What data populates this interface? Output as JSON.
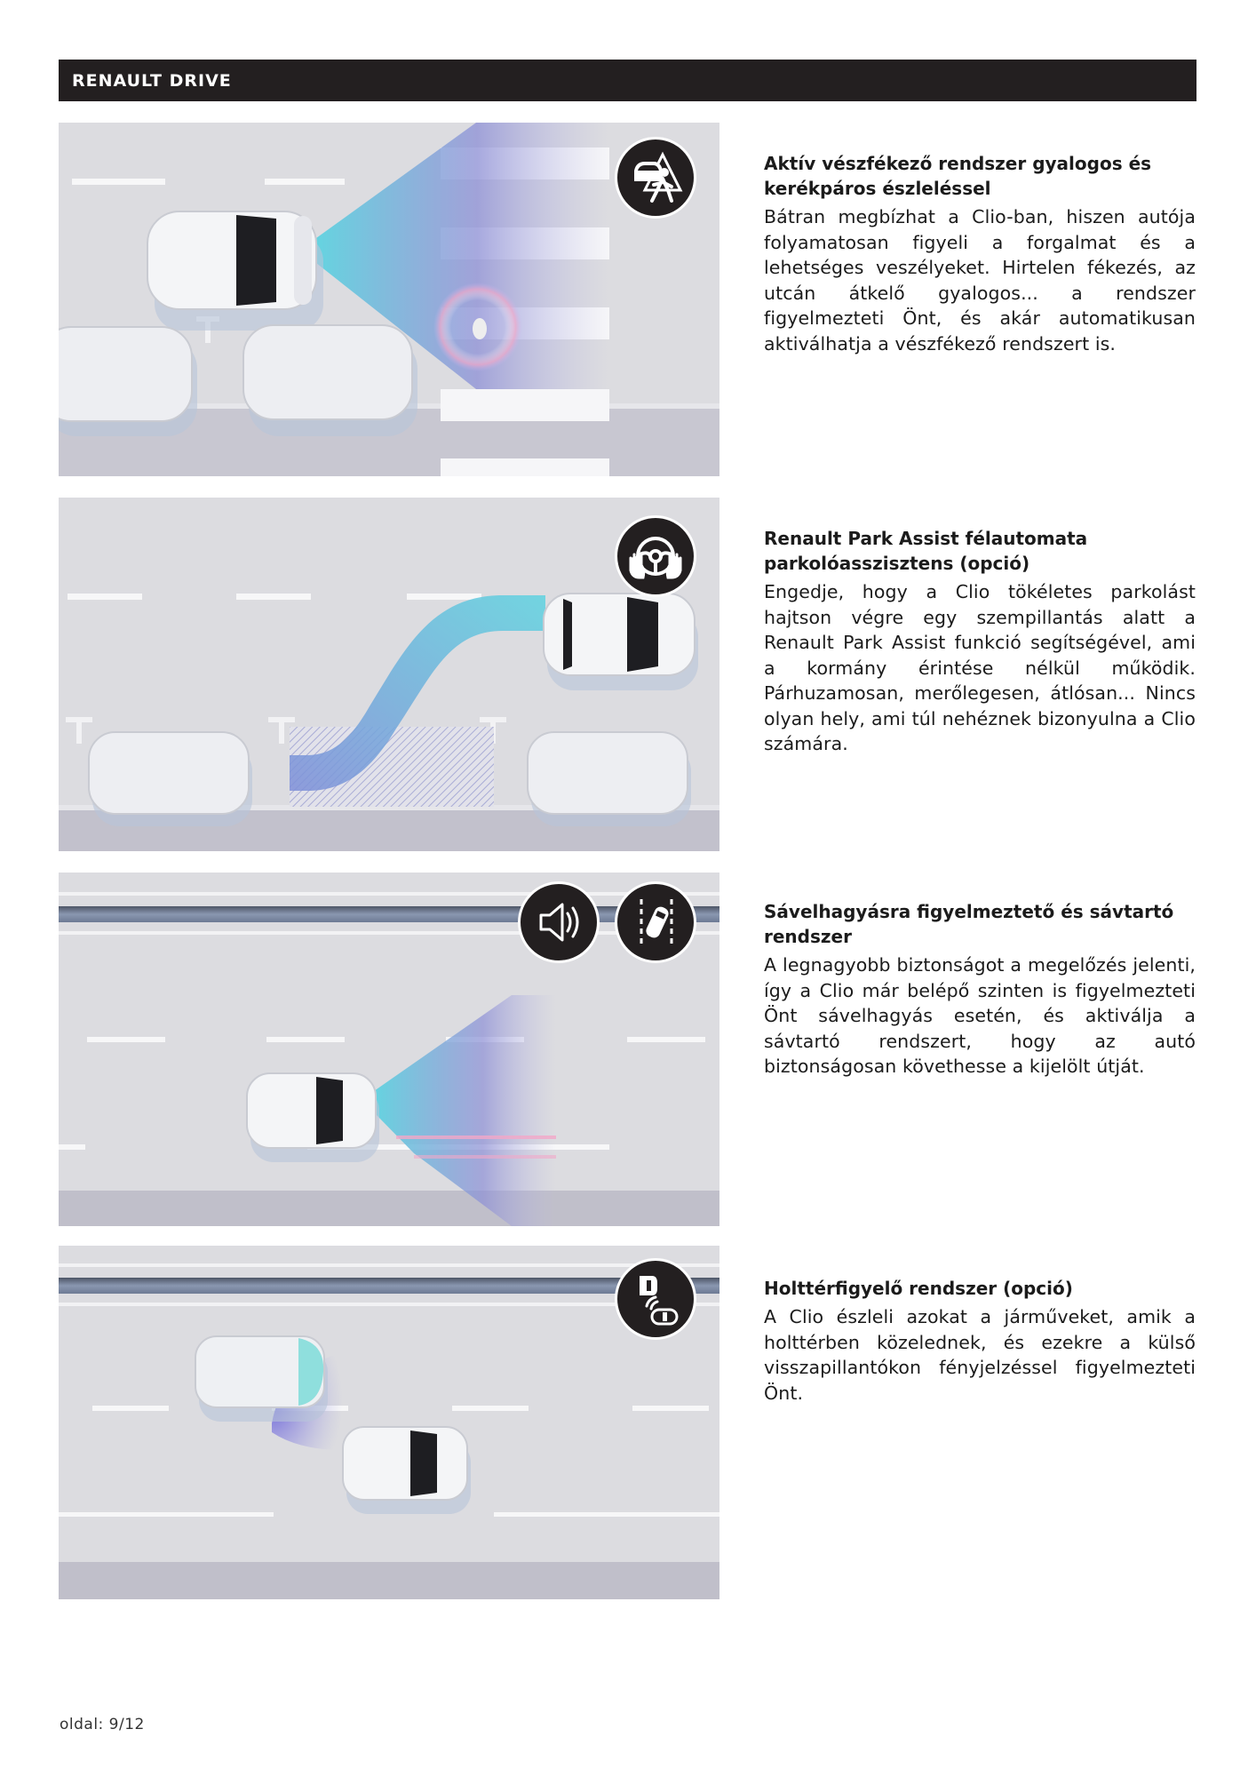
{
  "header": {
    "title": "RENAULT DRIVE",
    "background_color": "#231f20"
  },
  "features": [
    {
      "heading": "Aktív vészfékező rendszer gyalogos és kerékpáros észleléssel",
      "body": "Bátran megbízhat a Clio-ban, hiszen autója folyamatosan figyeli a forgalmat és a lehetséges veszélyeket. Hirtelen fékezés, az utcán átkelő gyalogos... a rendszer figyelmezteti Önt, és akár automatikusan aktiválhatja a vészfékező rendszert is.",
      "icons": [
        "pedestrian-warning-icon"
      ]
    },
    {
      "heading": "Renault Park Assist félautomata parkolóasszisztens (opció)",
      "body": "Engedje, hogy a Clio tökéletes parkolást hajtson végre egy szempillantás alatt a Renault Park Assist funkció segítségével, ami a kormány érintése nélkül működik. Párhuzamosan, merőlegesen, átlósan... Nincs olyan hely, ami túl nehéznek bizonyulna a Clio számára.",
      "icons": [
        "hands-free-steering-icon"
      ]
    },
    {
      "heading": "Sávelhagyásra figyelmeztető és sávtartó rendszer",
      "body": "A legnagyobb biztonságot a megelőzés jelenti, így a Clio már belépő szinten is figyelmezteti Önt sávelhagyás esetén, és aktiválja a sávtartó rendszert, hogy az autó biztonságosan követhesse a kijelölt útját.",
      "icons": [
        "speaker-warning-icon",
        "lane-keep-icon"
      ]
    },
    {
      "heading": "Holttérfigyelő rendszer (opció)",
      "body": "A Clio észleli azokat a járműveket, amik a holttérben közelednek, és ezekre a külső visszapillantókon fényjelzéssel figyelmezteti Önt.",
      "icons": [
        "blind-spot-icon"
      ]
    }
  ],
  "colors": {
    "road": "#dcdce0",
    "curb": "#b6b5c2",
    "sensor_cyan": "#5fd3e0",
    "sensor_violet": "#8d8fd6",
    "badge": "#231f20"
  },
  "footer": {
    "page_label": "oldal: 9/12"
  }
}
